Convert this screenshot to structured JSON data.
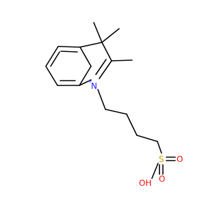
{
  "colors": {
    "background": "#ffffff",
    "bond": "#000000",
    "nitrogen": "#2222ff",
    "sulfur": "#c8a000",
    "oxygen": "#ff0d0d"
  },
  "atoms": {
    "nitrogen": "N",
    "nitrogen_charge": "+",
    "sulfur": "S",
    "oxygen_double": "O",
    "oxygen_lower": "O",
    "hydroxyl": "OH"
  }
}
